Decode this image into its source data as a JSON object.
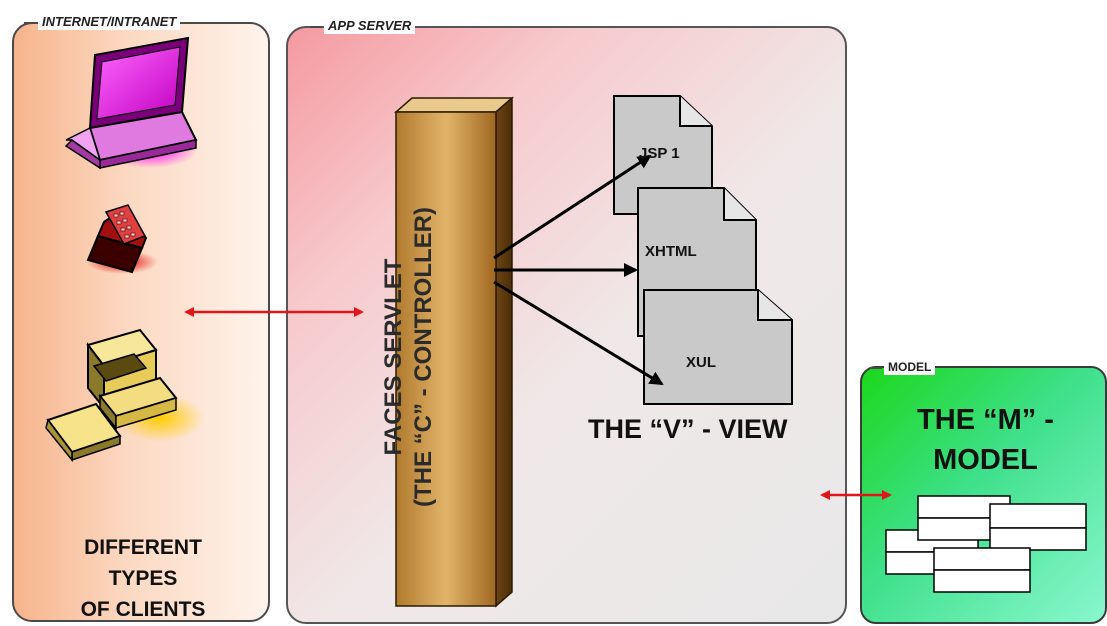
{
  "panels": {
    "clients": {
      "title": "INTERNET/INTRANET",
      "caption_lines": [
        "DIFFERENT",
        "TYPES",
        "OF CLIENTS"
      ]
    },
    "server": {
      "title": "APP SERVER"
    },
    "model": {
      "title": "MODEL",
      "caption_lines": [
        "THE “M” -",
        "MODEL"
      ]
    }
  },
  "controller": {
    "line1": "FACES SERVLET",
    "line2": "(THE “C” - CONTROLLER)"
  },
  "view": {
    "caption": "THE “V” - VIEW",
    "pages": [
      "JSP 1",
      "XHTML",
      "XUL"
    ]
  },
  "colors": {
    "arrow_bidirectional": "#e0161b",
    "arrow_dispatch": "#000000",
    "clients_panel": "#f6b48c",
    "server_panel": "#f49aa0",
    "model_panel": "#1bd81b",
    "servlet_bar": "#c08a3c"
  },
  "icons": [
    "laptop-icon",
    "mobile-phone-icon",
    "desktop-computer-icon",
    "model-records-icon"
  ]
}
